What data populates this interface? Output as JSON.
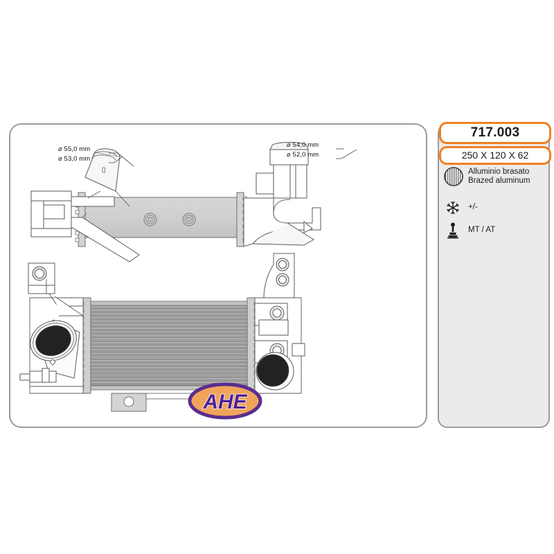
{
  "product": {
    "code": "717.003",
    "dimensions": "250 X 120 X 62"
  },
  "specs": {
    "material": {
      "icon": "hatched-circle-icon",
      "label_it": "Alluminio brasato",
      "label_en": "Brazed aluminum"
    },
    "climate": {
      "icon": "snowflake-icon",
      "label": "+/-"
    },
    "transmission": {
      "icon": "gear-shifter-icon",
      "label": "MT / AT"
    }
  },
  "drawing": {
    "logo": {
      "text": "AHE",
      "ellipse_fill": "#f0a45c",
      "border_color": "#5b2d8e",
      "text_color": "#4b1f96"
    },
    "callouts": {
      "inlet_outer": "⌀ 55,0 mm",
      "inlet_inner": "⌀ 53,0 mm",
      "outlet_outer": "⌀ 54,0 mm",
      "outlet_inner": "⌀ 52,0 mm"
    }
  },
  "colors": {
    "accent_orange": "#ef8022",
    "panel_border": "#9b9b9b",
    "panel_fill": "#ebebeb",
    "metal_grey": "#c9c9c9",
    "line_dark": "#58585a"
  }
}
